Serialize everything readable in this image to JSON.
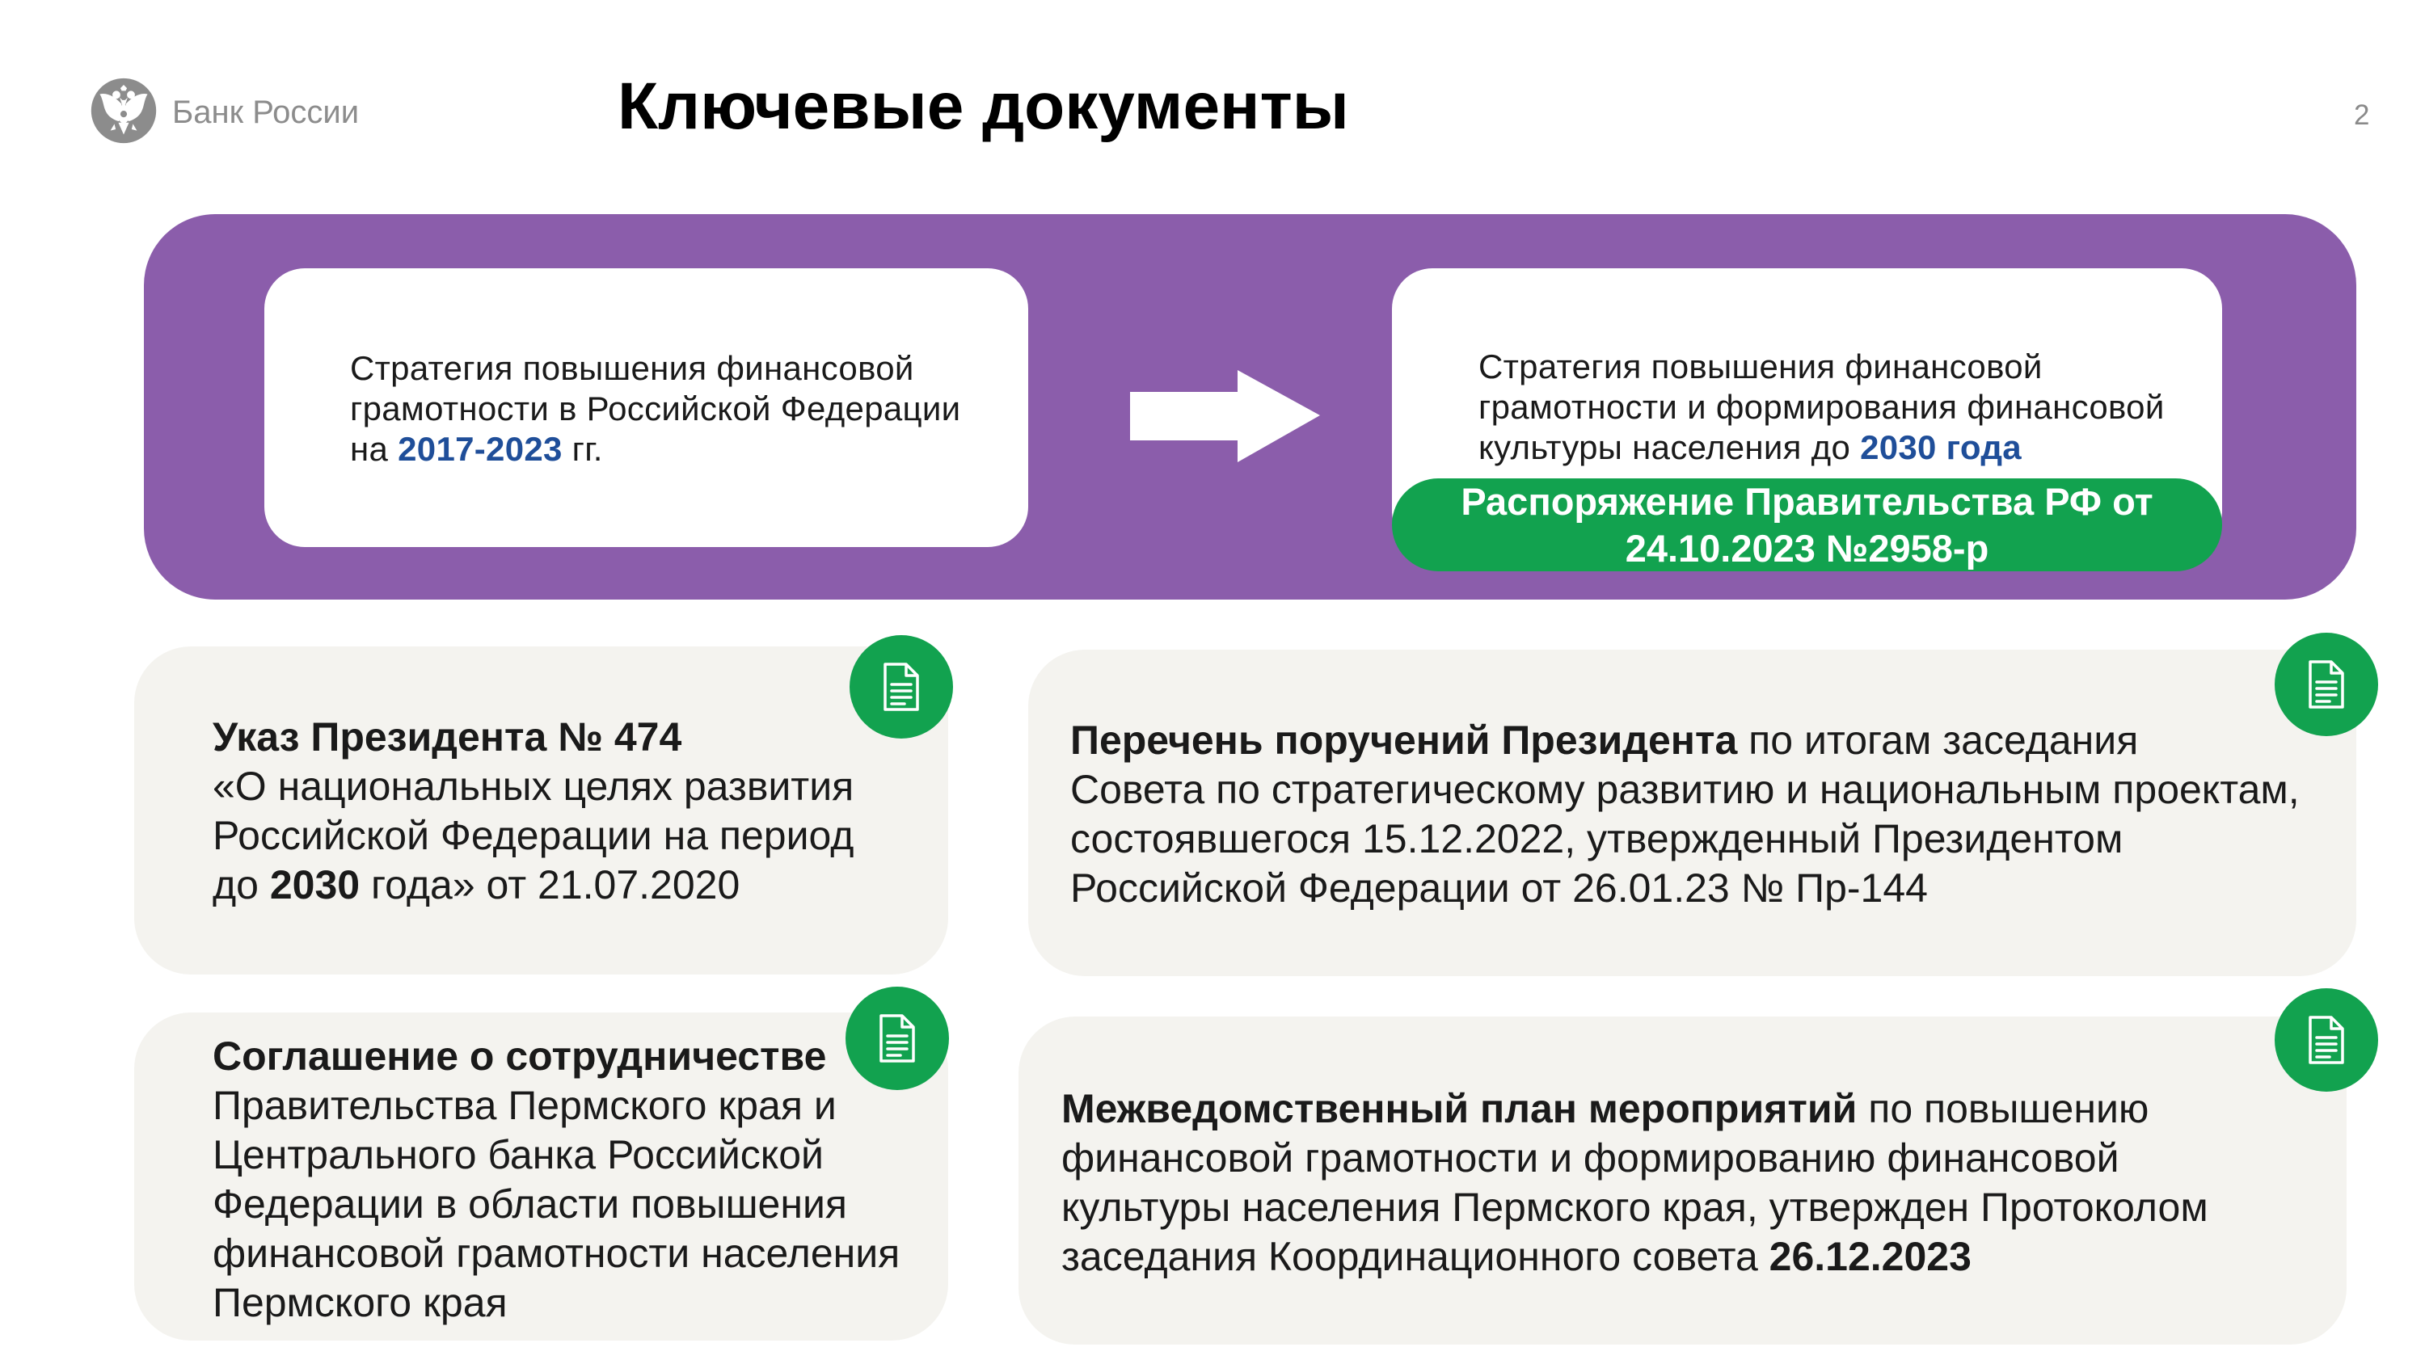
{
  "header": {
    "logo_text": "Банк России",
    "title": "Ключевые документы",
    "page_number": "2"
  },
  "icons": {
    "logo": "bank-of-russia-emblem-icon",
    "transition": "arrow-right-icon",
    "document": "document-icon"
  },
  "colors": {
    "banner": "#8B5DAB",
    "accent_green": "#12A24F",
    "highlight_blue": "#1F4E99",
    "card_background": "#F4F3EF",
    "logo_gray": "#8C8C8C"
  },
  "strategy": {
    "previous": {
      "lines": [
        [
          "Стратегия повышения финансовой"
        ],
        [
          "грамотности в Российской Федерации"
        ],
        [
          "на ",
          "2017-2023",
          " гг."
        ]
      ]
    },
    "current": {
      "lines": [
        [
          "Стратегия повышения финансовой"
        ],
        [
          "грамотности и формирования финансовой"
        ],
        [
          "культуры населения до ",
          "2030 года"
        ]
      ]
    },
    "decree": {
      "lines": [
        "Распоряжение Правительства РФ от",
        "24.10.2023 №2958-р"
      ]
    }
  },
  "documents": [
    {
      "lines": [
        [
          "Указ Президента № 474"
        ],
        [
          "«О национальных целях развития"
        ],
        [
          "Российской Федерации на период"
        ],
        [
          "до ",
          "2030",
          " года» от 21.07.2020"
        ]
      ]
    },
    {
      "lines": [
        [
          "Перечень поручений Президента",
          " по итогам заседания"
        ],
        [
          "Совета по стратегическому развитию и национальным проектам,"
        ],
        [
          "состоявшегося 15.12.2022, утвержденный Президентом"
        ],
        [
          "Российской Федерации от 26.01.23 № Пр-144"
        ]
      ]
    },
    {
      "lines": [
        [
          "Соглашение о сотрудничестве"
        ],
        [
          "Правительства Пермского края и"
        ],
        [
          "Центрального банка Российской"
        ],
        [
          "Федерации в области повышения"
        ],
        [
          "финансовой грамотности населения"
        ],
        [
          "Пермского края"
        ]
      ]
    },
    {
      "lines": [
        [
          "Межведомственный план мероприятий",
          " по повышению"
        ],
        [
          "финансовой грамотности и формированию финансовой"
        ],
        [
          "культуры населения Пермского края, утвержден Протоколом"
        ],
        [
          "заседания Координационного совета ",
          "26.12.2023"
        ]
      ]
    }
  ]
}
